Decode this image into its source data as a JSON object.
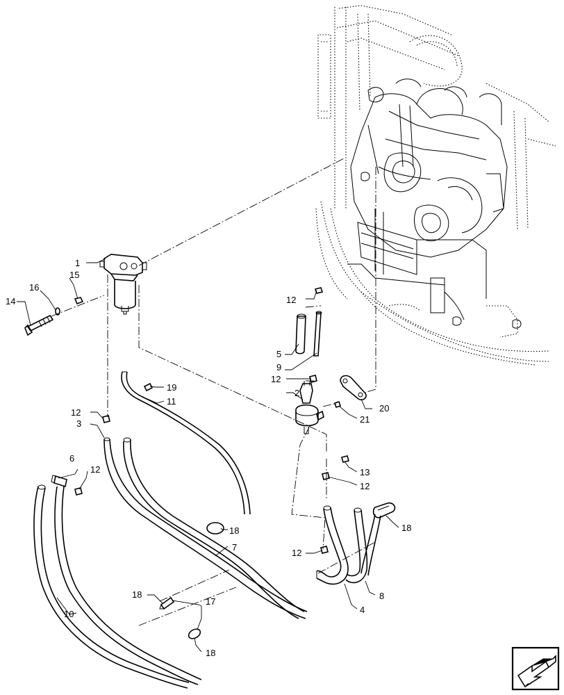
{
  "labels": {
    "p1": "1",
    "p2": "2",
    "p3": "3",
    "p4": "4",
    "p5": "5",
    "p6": "6",
    "p7": "7",
    "p8": "8",
    "p9": "9",
    "p10": "10",
    "p11": "11",
    "p12a": "12",
    "p12b": "12",
    "p12c": "12",
    "p12d": "12",
    "p12e": "12",
    "p12f": "12",
    "p13": "13",
    "p14": "14",
    "p15": "15",
    "p16": "16",
    "p17": "17",
    "p18a": "18",
    "p18b": "18",
    "p18c": "18",
    "p18d": "18",
    "p19": "19",
    "p20": "20",
    "p21": "21"
  },
  "icons": {
    "nav": "next-page-arrow-icon"
  }
}
